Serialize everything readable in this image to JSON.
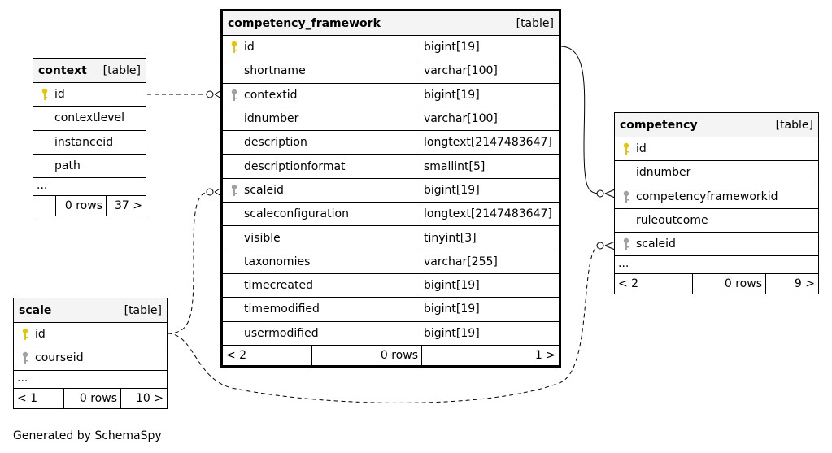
{
  "tables": {
    "competency_framework": {
      "name": "competency_framework",
      "kind": "[table]",
      "columns": [
        {
          "name": "id",
          "type": "bigint[19]",
          "key": "primary"
        },
        {
          "name": "shortname",
          "type": "varchar[100]",
          "key": ""
        },
        {
          "name": "contextid",
          "type": "bigint[19]",
          "key": "foreign"
        },
        {
          "name": "idnumber",
          "type": "varchar[100]",
          "key": ""
        },
        {
          "name": "description",
          "type": "longtext[2147483647]",
          "key": ""
        },
        {
          "name": "descriptionformat",
          "type": "smallint[5]",
          "key": ""
        },
        {
          "name": "scaleid",
          "type": "bigint[19]",
          "key": "foreign"
        },
        {
          "name": "scaleconfiguration",
          "type": "longtext[2147483647]",
          "key": ""
        },
        {
          "name": "visible",
          "type": "tinyint[3]",
          "key": ""
        },
        {
          "name": "taxonomies",
          "type": "varchar[255]",
          "key": ""
        },
        {
          "name": "timecreated",
          "type": "bigint[19]",
          "key": ""
        },
        {
          "name": "timemodified",
          "type": "bigint[19]",
          "key": ""
        },
        {
          "name": "usermodified",
          "type": "bigint[19]",
          "key": ""
        }
      ],
      "footer": {
        "parents": "< 2",
        "rows": "0 rows",
        "children": "1 >"
      }
    },
    "context": {
      "name": "context",
      "kind": "[table]",
      "columns": [
        {
          "name": "id",
          "key": "primary"
        },
        {
          "name": "contextlevel",
          "key": ""
        },
        {
          "name": "instanceid",
          "key": ""
        },
        {
          "name": "path",
          "key": ""
        }
      ],
      "ellipsis": "...",
      "footer": {
        "parents": "",
        "rows": "0 rows",
        "children": "37 >"
      }
    },
    "scale": {
      "name": "scale",
      "kind": "[table]",
      "columns": [
        {
          "name": "id",
          "key": "primary"
        },
        {
          "name": "courseid",
          "key": "foreign"
        }
      ],
      "ellipsis": "...",
      "footer": {
        "parents": "< 1",
        "rows": "0 rows",
        "children": "10 >"
      }
    },
    "competency": {
      "name": "competency",
      "kind": "[table]",
      "columns": [
        {
          "name": "id",
          "key": "primary"
        },
        {
          "name": "idnumber",
          "key": ""
        },
        {
          "name": "competencyframeworkid",
          "key": "foreign"
        },
        {
          "name": "ruleoutcome",
          "key": ""
        },
        {
          "name": "scaleid",
          "key": "foreign"
        }
      ],
      "ellipsis": "...",
      "footer": {
        "parents": "< 2",
        "rows": "0 rows",
        "children": "9 >"
      }
    }
  },
  "colors": {
    "primary_key": "#e6c600",
    "foreign_key": "#a0a0a0",
    "header_bg": "#f4f4f4"
  },
  "generated_by": "Generated by SchemaSpy"
}
